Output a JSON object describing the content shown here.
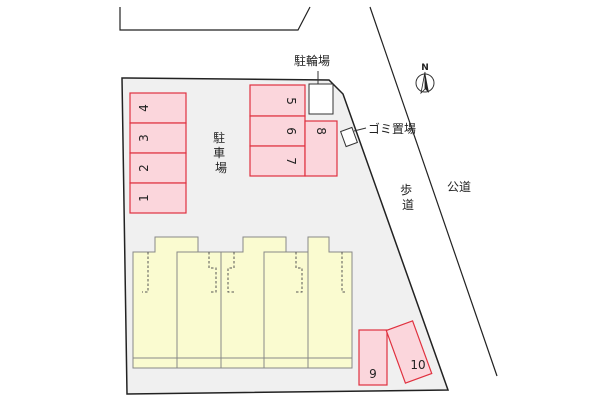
{
  "labels": {
    "parking": "駐車場",
    "bicycle_parking": "駐輪場",
    "garbage_area": "ゴミ置場",
    "sidewalk": "歩道",
    "public_road": "公道",
    "north": "N"
  },
  "parking_slots": [
    "1",
    "2",
    "3",
    "4",
    "5",
    "6",
    "7",
    "8",
    "9",
    "10"
  ],
  "colors": {
    "slot_fill": "#fbd6dc",
    "slot_stroke": "#e0313f",
    "building_fill": "#fafbd0",
    "site_fill": "#f0f0f0"
  },
  "icons": [
    "compass-north-icon"
  ]
}
